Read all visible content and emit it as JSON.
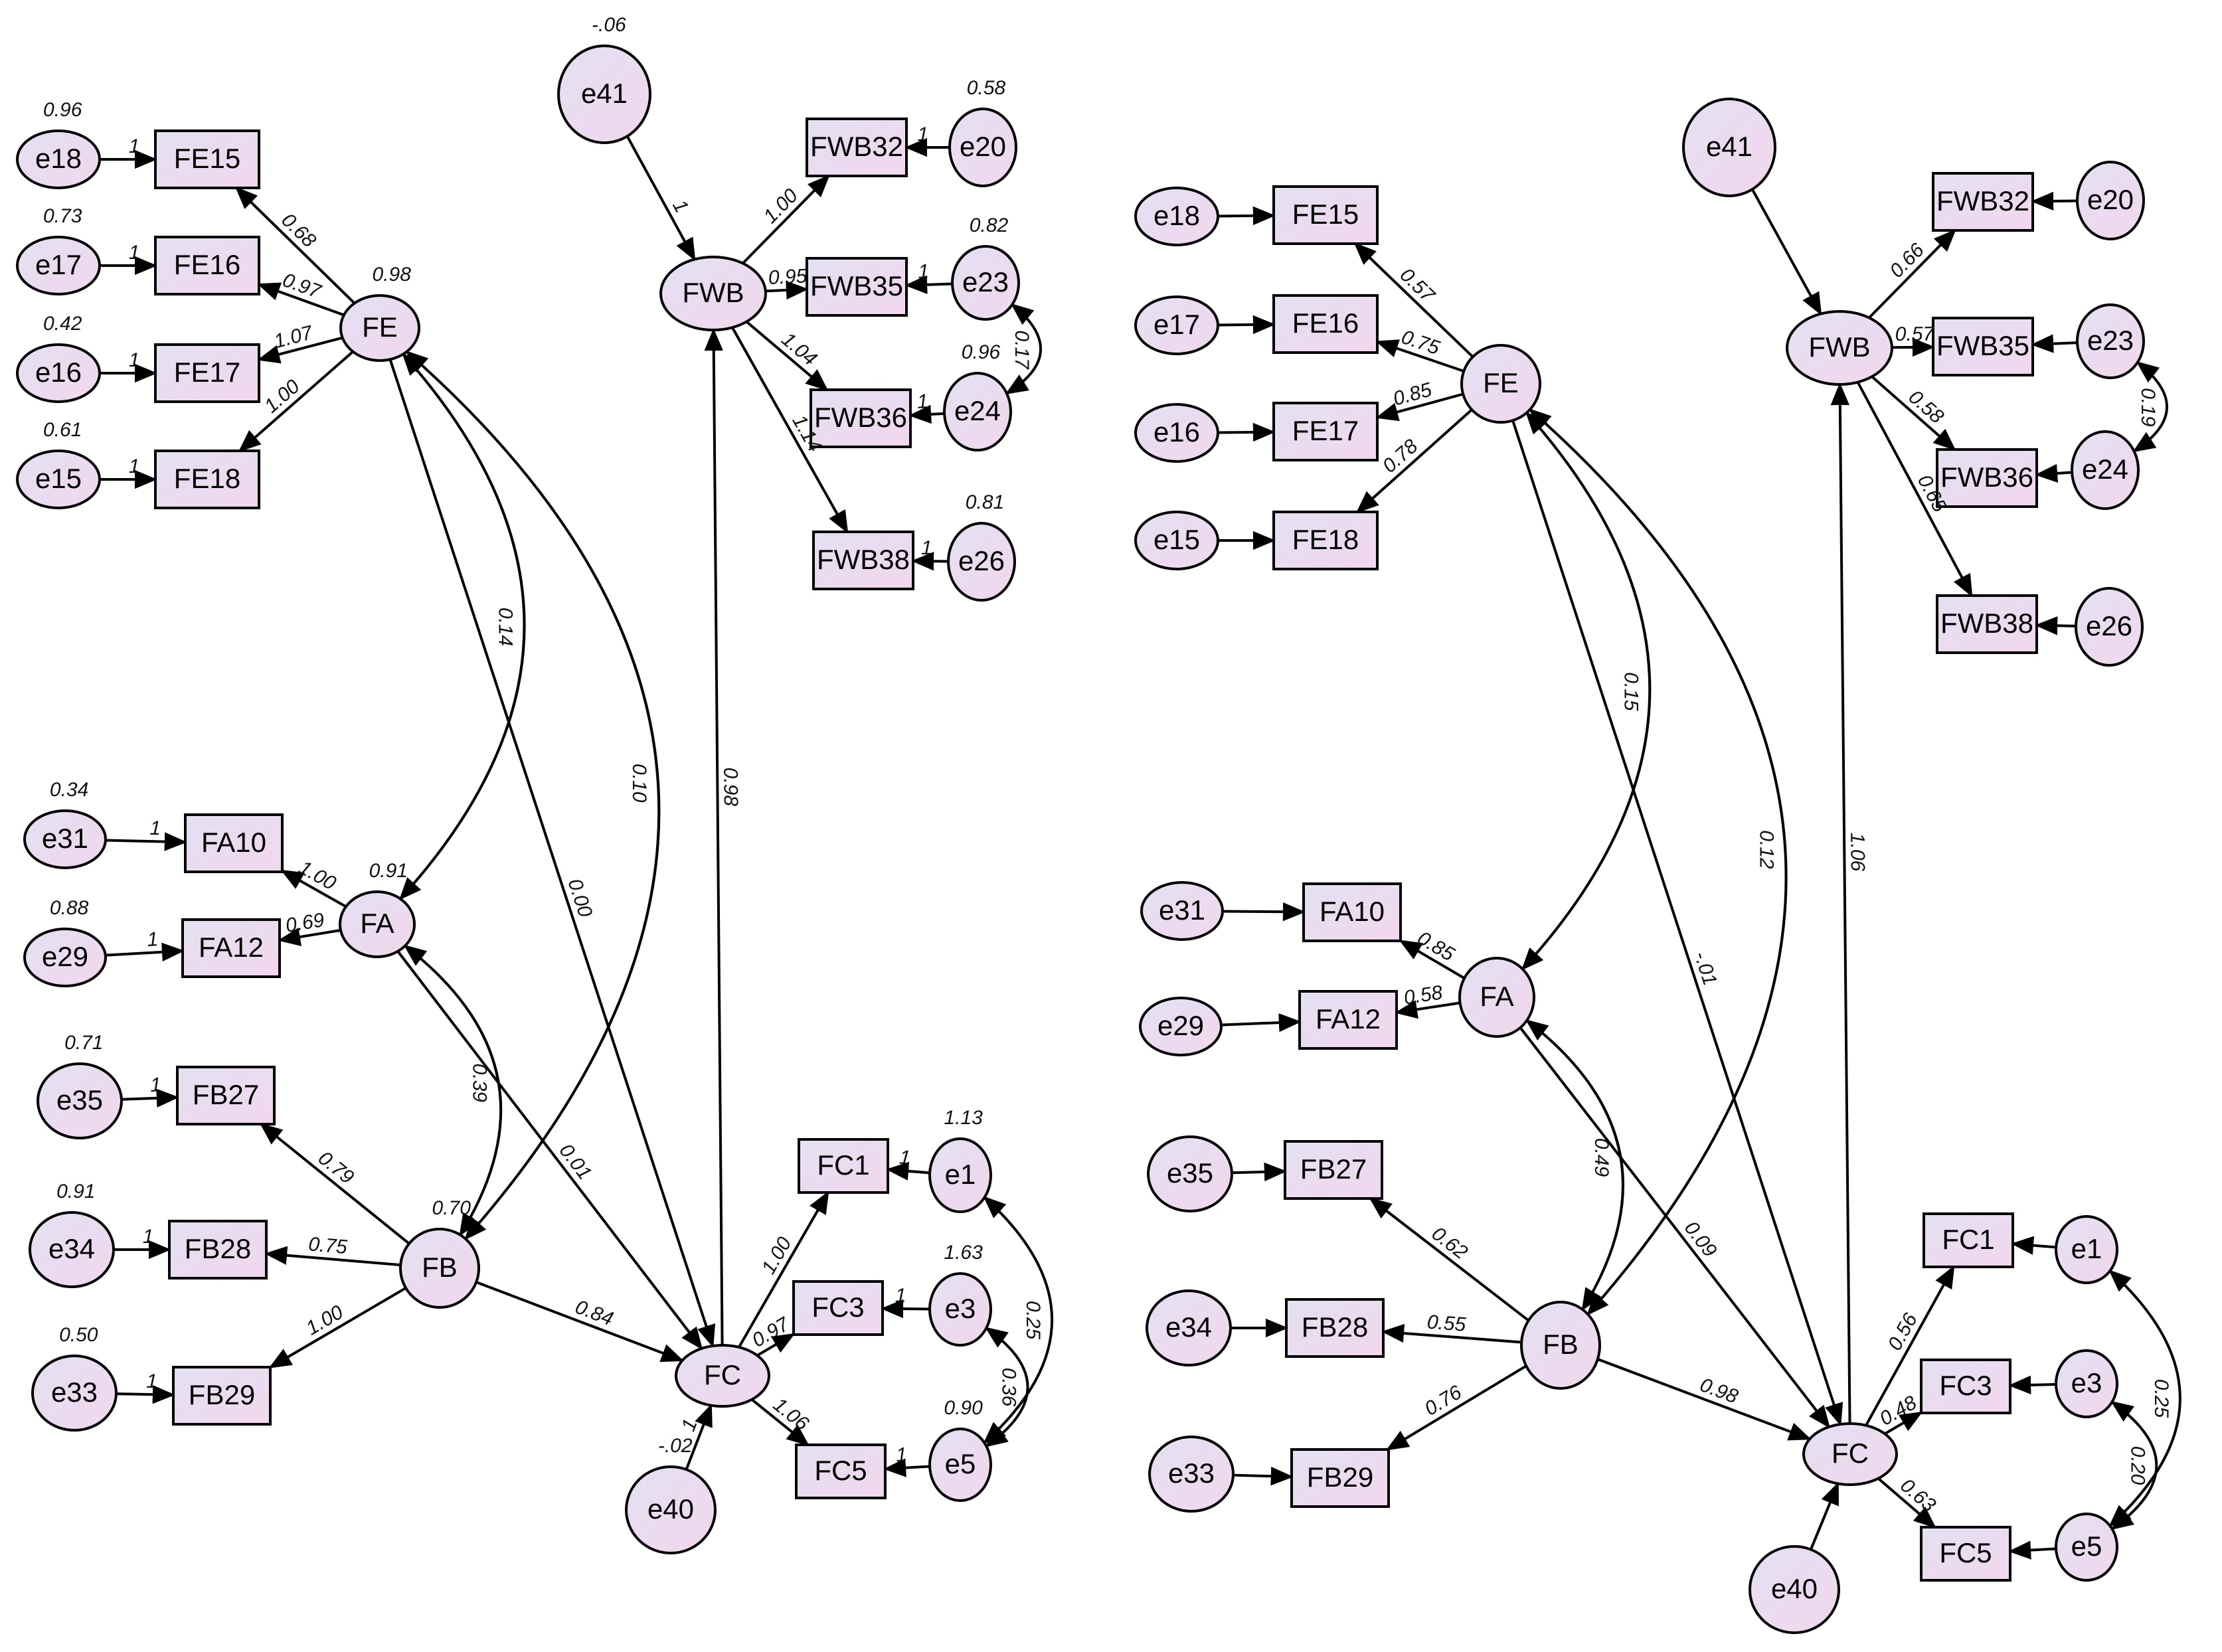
{
  "colors": {
    "fill_top": "#e4e0f2",
    "fill_bottom": "#f2d7ee",
    "stroke": "#000000",
    "background": "#ffffff"
  },
  "models": [
    {
      "id": "left",
      "nodes": [
        {
          "id": "e18",
          "label": "e18",
          "shape": "ellipse",
          "variance": "0.96"
        },
        {
          "id": "e17",
          "label": "e17",
          "shape": "ellipse",
          "variance": "0.73"
        },
        {
          "id": "e16",
          "label": "e16",
          "shape": "ellipse",
          "variance": "0.42"
        },
        {
          "id": "e15",
          "label": "e15",
          "shape": "ellipse",
          "variance": "0.61"
        },
        {
          "id": "FE15",
          "label": "FE15",
          "shape": "rect"
        },
        {
          "id": "FE16",
          "label": "FE16",
          "shape": "rect"
        },
        {
          "id": "FE17",
          "label": "FE17",
          "shape": "rect"
        },
        {
          "id": "FE18",
          "label": "FE18",
          "shape": "rect"
        },
        {
          "id": "FE",
          "label": "FE",
          "shape": "ellipse",
          "variance": "0.98"
        },
        {
          "id": "e41",
          "label": "e41",
          "shape": "ellipse",
          "variance": "-.06"
        },
        {
          "id": "FWB",
          "label": "FWB",
          "shape": "ellipse"
        },
        {
          "id": "FWB32",
          "label": "FWB32",
          "shape": "rect"
        },
        {
          "id": "FWB35",
          "label": "FWB35",
          "shape": "rect"
        },
        {
          "id": "FWB36",
          "label": "FWB36",
          "shape": "rect"
        },
        {
          "id": "FWB38",
          "label": "FWB38",
          "shape": "rect"
        },
        {
          "id": "e20",
          "label": "e20",
          "shape": "ellipse",
          "variance": "0.58"
        },
        {
          "id": "e23",
          "label": "e23",
          "shape": "ellipse",
          "variance": "0.82"
        },
        {
          "id": "e24",
          "label": "e24",
          "shape": "ellipse",
          "variance": "0.96"
        },
        {
          "id": "e26",
          "label": "e26",
          "shape": "ellipse",
          "variance": "0.81"
        },
        {
          "id": "e31",
          "label": "e31",
          "shape": "ellipse",
          "variance": "0.34"
        },
        {
          "id": "e29",
          "label": "e29",
          "shape": "ellipse",
          "variance": "0.88"
        },
        {
          "id": "FA10",
          "label": "FA10",
          "shape": "rect"
        },
        {
          "id": "FA12",
          "label": "FA12",
          "shape": "rect"
        },
        {
          "id": "FA",
          "label": "FA",
          "shape": "ellipse",
          "variance": "0.91"
        },
        {
          "id": "e35",
          "label": "e35",
          "shape": "ellipse",
          "variance": "0.71"
        },
        {
          "id": "e34",
          "label": "e34",
          "shape": "ellipse",
          "variance": "0.91"
        },
        {
          "id": "e33",
          "label": "e33",
          "shape": "ellipse",
          "variance": "0.50"
        },
        {
          "id": "FB27",
          "label": "FB27",
          "shape": "rect"
        },
        {
          "id": "FB28",
          "label": "FB28",
          "shape": "rect"
        },
        {
          "id": "FB29",
          "label": "FB29",
          "shape": "rect"
        },
        {
          "id": "FB",
          "label": "FB",
          "shape": "ellipse",
          "variance": "0.70"
        },
        {
          "id": "FC",
          "label": "FC",
          "shape": "ellipse"
        },
        {
          "id": "e40",
          "label": "e40",
          "shape": "ellipse",
          "variance": "-.02"
        },
        {
          "id": "FC1",
          "label": "FC1",
          "shape": "rect"
        },
        {
          "id": "FC3",
          "label": "FC3",
          "shape": "rect"
        },
        {
          "id": "FC5",
          "label": "FC5",
          "shape": "rect"
        },
        {
          "id": "e1",
          "label": "e1",
          "shape": "ellipse",
          "variance": "1.13"
        },
        {
          "id": "e3",
          "label": "e3",
          "shape": "ellipse",
          "variance": "1.63"
        },
        {
          "id": "e5",
          "label": "e5",
          "shape": "ellipse",
          "variance": "0.90"
        }
      ],
      "paths": [
        {
          "from": "e18",
          "to": "FE15",
          "label": "1"
        },
        {
          "from": "e17",
          "to": "FE16",
          "label": "1"
        },
        {
          "from": "e16",
          "to": "FE17",
          "label": "1"
        },
        {
          "from": "e15",
          "to": "FE18",
          "label": "1"
        },
        {
          "from": "FE",
          "to": "FE15",
          "label": "0.68"
        },
        {
          "from": "FE",
          "to": "FE16",
          "label": "0.97"
        },
        {
          "from": "FE",
          "to": "FE17",
          "label": "1.07"
        },
        {
          "from": "FE",
          "to": "FE18",
          "label": "1.00"
        },
        {
          "from": "FE",
          "to": "FC",
          "label": "0.00"
        },
        {
          "from": "e41",
          "to": "FWB",
          "label": "1"
        },
        {
          "from": "FWB",
          "to": "FWB32",
          "label": "1.00"
        },
        {
          "from": "FWB",
          "to": "FWB35",
          "label": "0.95"
        },
        {
          "from": "FWB",
          "to": "FWB36",
          "label": "1.04"
        },
        {
          "from": "FWB",
          "to": "FWB38",
          "label": "1.14"
        },
        {
          "from": "e20",
          "to": "FWB32",
          "label": "1"
        },
        {
          "from": "e23",
          "to": "FWB35",
          "label": "1"
        },
        {
          "from": "e24",
          "to": "FWB36",
          "label": "1"
        },
        {
          "from": "e26",
          "to": "FWB38",
          "label": "1"
        },
        {
          "from": "e31",
          "to": "FA10",
          "label": "1"
        },
        {
          "from": "e29",
          "to": "FA12",
          "label": "1"
        },
        {
          "from": "FA",
          "to": "FA10",
          "label": "1.00"
        },
        {
          "from": "FA",
          "to": "FA12",
          "label": "0.69"
        },
        {
          "from": "FA",
          "to": "FC",
          "label": "0.01"
        },
        {
          "from": "e35",
          "to": "FB27",
          "label": "1"
        },
        {
          "from": "e34",
          "to": "FB28",
          "label": "1"
        },
        {
          "from": "e33",
          "to": "FB29",
          "label": "1"
        },
        {
          "from": "FB",
          "to": "FB27",
          "label": "0.79"
        },
        {
          "from": "FB",
          "to": "FB28",
          "label": "0.75"
        },
        {
          "from": "FB",
          "to": "FB29",
          "label": "1.00"
        },
        {
          "from": "FB",
          "to": "FC",
          "label": "0.84"
        },
        {
          "from": "FC",
          "to": "FWB",
          "label": "0.98"
        },
        {
          "from": "e40",
          "to": "FC",
          "label": "1"
        },
        {
          "from": "FC",
          "to": "FC1",
          "label": "1.00"
        },
        {
          "from": "FC",
          "to": "FC3",
          "label": "0.97"
        },
        {
          "from": "FC",
          "to": "FC5",
          "label": "1.06"
        },
        {
          "from": "e1",
          "to": "FC1",
          "label": "1"
        },
        {
          "from": "e3",
          "to": "FC3",
          "label": "1"
        },
        {
          "from": "e5",
          "to": "FC5",
          "label": "1"
        }
      ],
      "covariances": [
        {
          "a": "FE",
          "b": "FA",
          "label": "0.14"
        },
        {
          "a": "FE",
          "b": "FB",
          "label": "0.10"
        },
        {
          "a": "FA",
          "b": "FB",
          "label": "0.39"
        },
        {
          "a": "e23",
          "b": "e24",
          "label": "0.17"
        },
        {
          "a": "e1",
          "b": "e5",
          "label": "0.25"
        },
        {
          "a": "e3",
          "b": "e5",
          "label": "0.36"
        }
      ]
    },
    {
      "id": "right",
      "nodes": [
        {
          "id": "e18",
          "label": "e18",
          "shape": "ellipse"
        },
        {
          "id": "e17",
          "label": "e17",
          "shape": "ellipse"
        },
        {
          "id": "e16",
          "label": "e16",
          "shape": "ellipse"
        },
        {
          "id": "e15",
          "label": "e15",
          "shape": "ellipse"
        },
        {
          "id": "FE15",
          "label": "FE15",
          "shape": "rect"
        },
        {
          "id": "FE16",
          "label": "FE16",
          "shape": "rect"
        },
        {
          "id": "FE17",
          "label": "FE17",
          "shape": "rect"
        },
        {
          "id": "FE18",
          "label": "FE18",
          "shape": "rect"
        },
        {
          "id": "FE",
          "label": "FE",
          "shape": "ellipse"
        },
        {
          "id": "e41",
          "label": "e41",
          "shape": "ellipse"
        },
        {
          "id": "FWB",
          "label": "FWB",
          "shape": "ellipse"
        },
        {
          "id": "FWB32",
          "label": "FWB32",
          "shape": "rect"
        },
        {
          "id": "FWB35",
          "label": "FWB35",
          "shape": "rect"
        },
        {
          "id": "FWB36",
          "label": "FWB36",
          "shape": "rect"
        },
        {
          "id": "FWB38",
          "label": "FWB38",
          "shape": "rect"
        },
        {
          "id": "e20",
          "label": "e20",
          "shape": "ellipse"
        },
        {
          "id": "e23",
          "label": "e23",
          "shape": "ellipse"
        },
        {
          "id": "e24",
          "label": "e24",
          "shape": "ellipse"
        },
        {
          "id": "e26",
          "label": "e26",
          "shape": "ellipse"
        },
        {
          "id": "e31",
          "label": "e31",
          "shape": "ellipse"
        },
        {
          "id": "e29",
          "label": "e29",
          "shape": "ellipse"
        },
        {
          "id": "FA10",
          "label": "FA10",
          "shape": "rect"
        },
        {
          "id": "FA12",
          "label": "FA12",
          "shape": "rect"
        },
        {
          "id": "FA",
          "label": "FA",
          "shape": "ellipse"
        },
        {
          "id": "e35",
          "label": "e35",
          "shape": "ellipse"
        },
        {
          "id": "e34",
          "label": "e34",
          "shape": "ellipse"
        },
        {
          "id": "e33",
          "label": "e33",
          "shape": "ellipse"
        },
        {
          "id": "FB27",
          "label": "FB27",
          "shape": "rect"
        },
        {
          "id": "FB28",
          "label": "FB28",
          "shape": "rect"
        },
        {
          "id": "FB29",
          "label": "FB29",
          "shape": "rect"
        },
        {
          "id": "FB",
          "label": "FB",
          "shape": "ellipse"
        },
        {
          "id": "FC",
          "label": "FC",
          "shape": "ellipse"
        },
        {
          "id": "e40",
          "label": "e40",
          "shape": "ellipse"
        },
        {
          "id": "FC1",
          "label": "FC1",
          "shape": "rect"
        },
        {
          "id": "FC3",
          "label": "FC3",
          "shape": "rect"
        },
        {
          "id": "FC5",
          "label": "FC5",
          "shape": "rect"
        },
        {
          "id": "e1",
          "label": "e1",
          "shape": "ellipse"
        },
        {
          "id": "e3",
          "label": "e3",
          "shape": "ellipse"
        },
        {
          "id": "e5",
          "label": "e5",
          "shape": "ellipse"
        }
      ],
      "paths": [
        {
          "from": "e18",
          "to": "FE15",
          "label": ""
        },
        {
          "from": "e17",
          "to": "FE16",
          "label": ""
        },
        {
          "from": "e16",
          "to": "FE17",
          "label": ""
        },
        {
          "from": "e15",
          "to": "FE18",
          "label": ""
        },
        {
          "from": "FE",
          "to": "FE15",
          "label": "0.57"
        },
        {
          "from": "FE",
          "to": "FE16",
          "label": "0.75"
        },
        {
          "from": "FE",
          "to": "FE17",
          "label": "0.85"
        },
        {
          "from": "FE",
          "to": "FE18",
          "label": "0.78"
        },
        {
          "from": "FE",
          "to": "FC",
          "label": "-.01"
        },
        {
          "from": "e41",
          "to": "FWB",
          "label": ""
        },
        {
          "from": "FWB",
          "to": "FWB32",
          "label": "0.66"
        },
        {
          "from": "FWB",
          "to": "FWB35",
          "label": "0.57"
        },
        {
          "from": "FWB",
          "to": "FWB36",
          "label": "0.58"
        },
        {
          "from": "FWB",
          "to": "FWB38",
          "label": "0.65"
        },
        {
          "from": "e20",
          "to": "FWB32",
          "label": ""
        },
        {
          "from": "e23",
          "to": "FWB35",
          "label": ""
        },
        {
          "from": "e24",
          "to": "FWB36",
          "label": ""
        },
        {
          "from": "e26",
          "to": "FWB38",
          "label": ""
        },
        {
          "from": "e31",
          "to": "FA10",
          "label": ""
        },
        {
          "from": "e29",
          "to": "FA12",
          "label": ""
        },
        {
          "from": "FA",
          "to": "FA10",
          "label": "0.85"
        },
        {
          "from": "FA",
          "to": "FA12",
          "label": "0.58"
        },
        {
          "from": "FA",
          "to": "FC",
          "label": "0.09"
        },
        {
          "from": "e35",
          "to": "FB27",
          "label": ""
        },
        {
          "from": "e34",
          "to": "FB28",
          "label": ""
        },
        {
          "from": "e33",
          "to": "FB29",
          "label": ""
        },
        {
          "from": "FB",
          "to": "FB27",
          "label": "0.62"
        },
        {
          "from": "FB",
          "to": "FB28",
          "label": "0.55"
        },
        {
          "from": "FB",
          "to": "FB29",
          "label": "0.76"
        },
        {
          "from": "FB",
          "to": "FC",
          "label": "0.98"
        },
        {
          "from": "FC",
          "to": "FWB",
          "label": "1.06"
        },
        {
          "from": "e40",
          "to": "FC",
          "label": ""
        },
        {
          "from": "FC",
          "to": "FC1",
          "label": "0.56"
        },
        {
          "from": "FC",
          "to": "FC3",
          "label": "0.48"
        },
        {
          "from": "FC",
          "to": "FC5",
          "label": "0.63"
        },
        {
          "from": "e1",
          "to": "FC1",
          "label": ""
        },
        {
          "from": "e3",
          "to": "FC3",
          "label": ""
        },
        {
          "from": "e5",
          "to": "FC5",
          "label": ""
        }
      ],
      "covariances": [
        {
          "a": "FE",
          "b": "FA",
          "label": "0.15"
        },
        {
          "a": "FE",
          "b": "FB",
          "label": "0.12"
        },
        {
          "a": "FA",
          "b": "FB",
          "label": "0.49"
        },
        {
          "a": "e23",
          "b": "e24",
          "label": "0.19"
        },
        {
          "a": "e1",
          "b": "e5",
          "label": "0.25"
        },
        {
          "a": "e3",
          "b": "e5",
          "label": "0.20"
        }
      ]
    }
  ]
}
